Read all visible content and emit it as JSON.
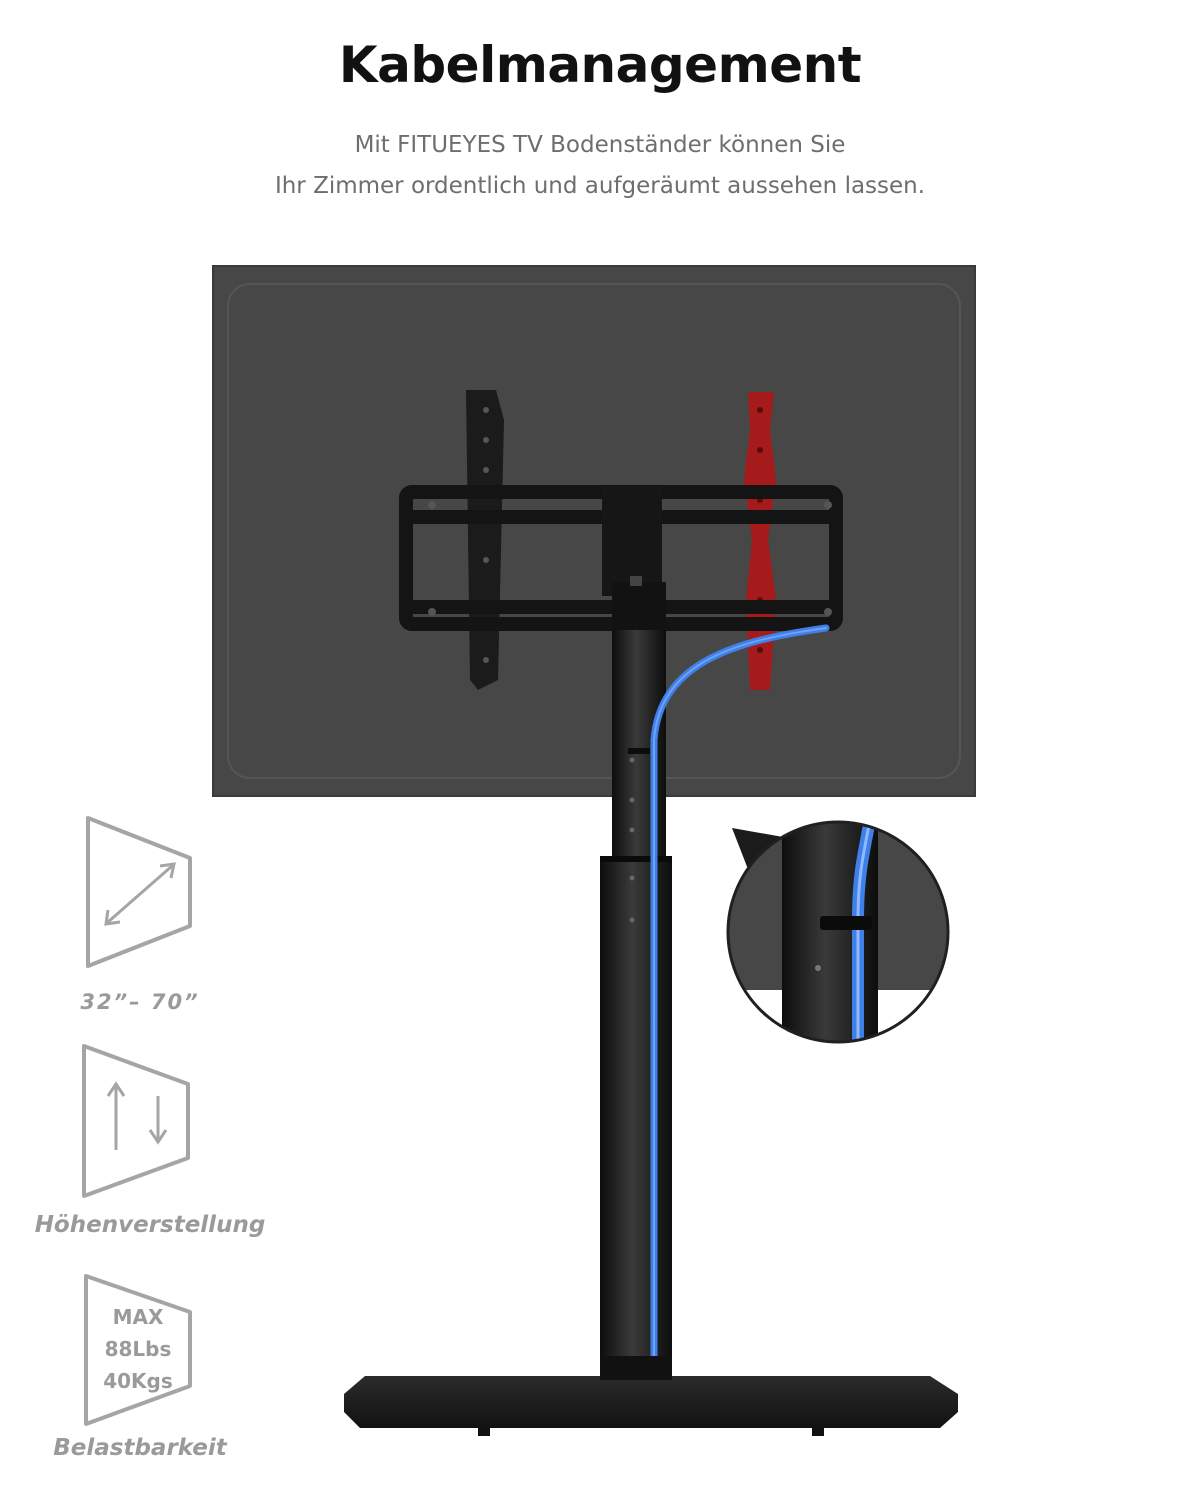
{
  "header": {
    "title": "Kabelmanagement",
    "subtitle_line1": "Mit FITUEYES TV Bodenständer können Sie",
    "subtitle_line2": "Ihr Zimmer ordentlich und aufgeräumt aussehen lassen."
  },
  "features": [
    {
      "label": "32”– 70”",
      "icon": "diagonal-size-icon"
    },
    {
      "label": "Höhenverstellung",
      "icon": "height-adjust-icon"
    },
    {
      "label": "Belastbarkeit",
      "icon": "load-capacity-icon",
      "icon_lines": [
        "MAX",
        "88Lbs",
        "40Kgs"
      ]
    }
  ],
  "colors": {
    "tv_panel": "#4a4a4a",
    "stand": "#1c1c1c",
    "bracket_red": "#a51a1a",
    "cable_blue": "#3f7fe8",
    "icon_gray": "#9a9a9a"
  }
}
